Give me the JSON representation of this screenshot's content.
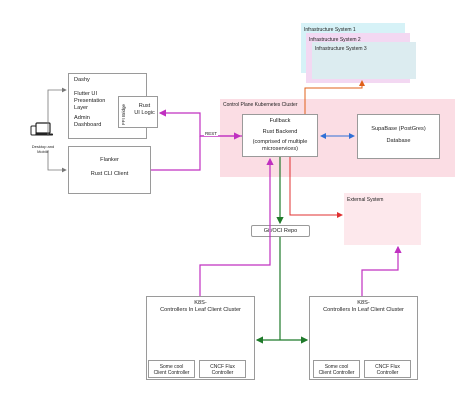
{
  "device": {
    "icon": "laptop-phone-icon",
    "label_line1": "Desktop and",
    "label_line2": "Mobile"
  },
  "dashy": {
    "title": "Dashy",
    "line1": "Flutter UI",
    "line2": "Presentation",
    "line3": "Layer",
    "line4": "Admin",
    "line5": "Dashboard",
    "ffi": "FFI",
    "bridge": "Bridge",
    "logic1": "Rust",
    "logic2": "UI Logic"
  },
  "flanker": {
    "title": "Flanker",
    "subtitle": "Rust CLI Client"
  },
  "edge_rest": "REST",
  "control_plane": {
    "title": "Control Plane Kubernetes Cluster",
    "fullback": {
      "line1": "Fullback",
      "line2": "Rust Backend",
      "line3": "(comprised of multiple",
      "line4": "microservices)"
    },
    "supabase": {
      "line1": "SupaBase (PostGres)",
      "line2": "Database"
    }
  },
  "infrastructure": [
    "Infrastructure System 1",
    "Infrastructure System 2",
    "Infrastructure System 3"
  ],
  "external_system": "External System",
  "git_repo": "Git/OCI Repo",
  "leaf_clusters": [
    {
      "title1": "K8S-",
      "title2": "Controllers In Leaf Client Cluster",
      "controllers": [
        {
          "line1": "Some cool",
          "line2": "Client Controller"
        },
        {
          "line1": "CNCF Flux",
          "line2": "Controller"
        }
      ]
    },
    {
      "title1": "K8S-",
      "title2": "Controllers In Leaf Client Cluster",
      "controllers": [
        {
          "line1": "Some cool",
          "line2": "Client Controller"
        },
        {
          "line1": "CNCF Flux",
          "line2": "Controller"
        }
      ]
    }
  ],
  "colors": {
    "magenta": "#c030c0",
    "green": "#1f7a2a",
    "orange": "#e0601a",
    "red": "#e03030",
    "blue": "#2f6fd6",
    "gray": "#777777",
    "pink_fill": "#fbdde4",
    "infra1": "#d6f2f7",
    "infra2": "#f3d8f2",
    "infra3": "#dcecf0"
  }
}
